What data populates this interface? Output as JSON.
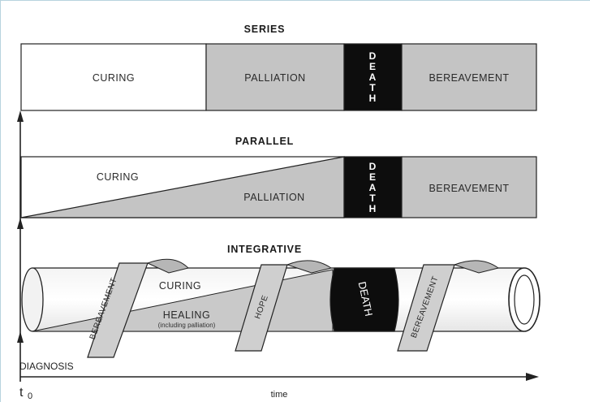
{
  "series": {
    "title": "SERIES",
    "curing": "CURING",
    "palliation": "PALLIATION",
    "death": [
      "D",
      "E",
      "A",
      "T",
      "H"
    ],
    "bereavement": "BEREAVEMENT"
  },
  "parallel": {
    "title": "PARALLEL",
    "curing": "CURING",
    "palliation": "PALLIATION",
    "death": [
      "D",
      "E",
      "A",
      "T",
      "H"
    ],
    "bereavement": "BEREAVEMENT"
  },
  "integrative": {
    "title": "INTEGRATIVE",
    "curing": "CURING",
    "healing": "HEALING",
    "healing_note": "(including palliation)",
    "bereavement_band_1": "BEREAVEMENT",
    "hope": "HOPE",
    "death": "DEATH",
    "bereavement_band_2": "BEREAVEMENT"
  },
  "axis": {
    "diagnosis": "DIAGNOSIS",
    "t0": "t",
    "t0_sub": "0",
    "time": "time"
  },
  "colors": {
    "gray_fill": "#c4c4c4",
    "death_fill": "#0d0d0d",
    "stroke": "#222222"
  }
}
